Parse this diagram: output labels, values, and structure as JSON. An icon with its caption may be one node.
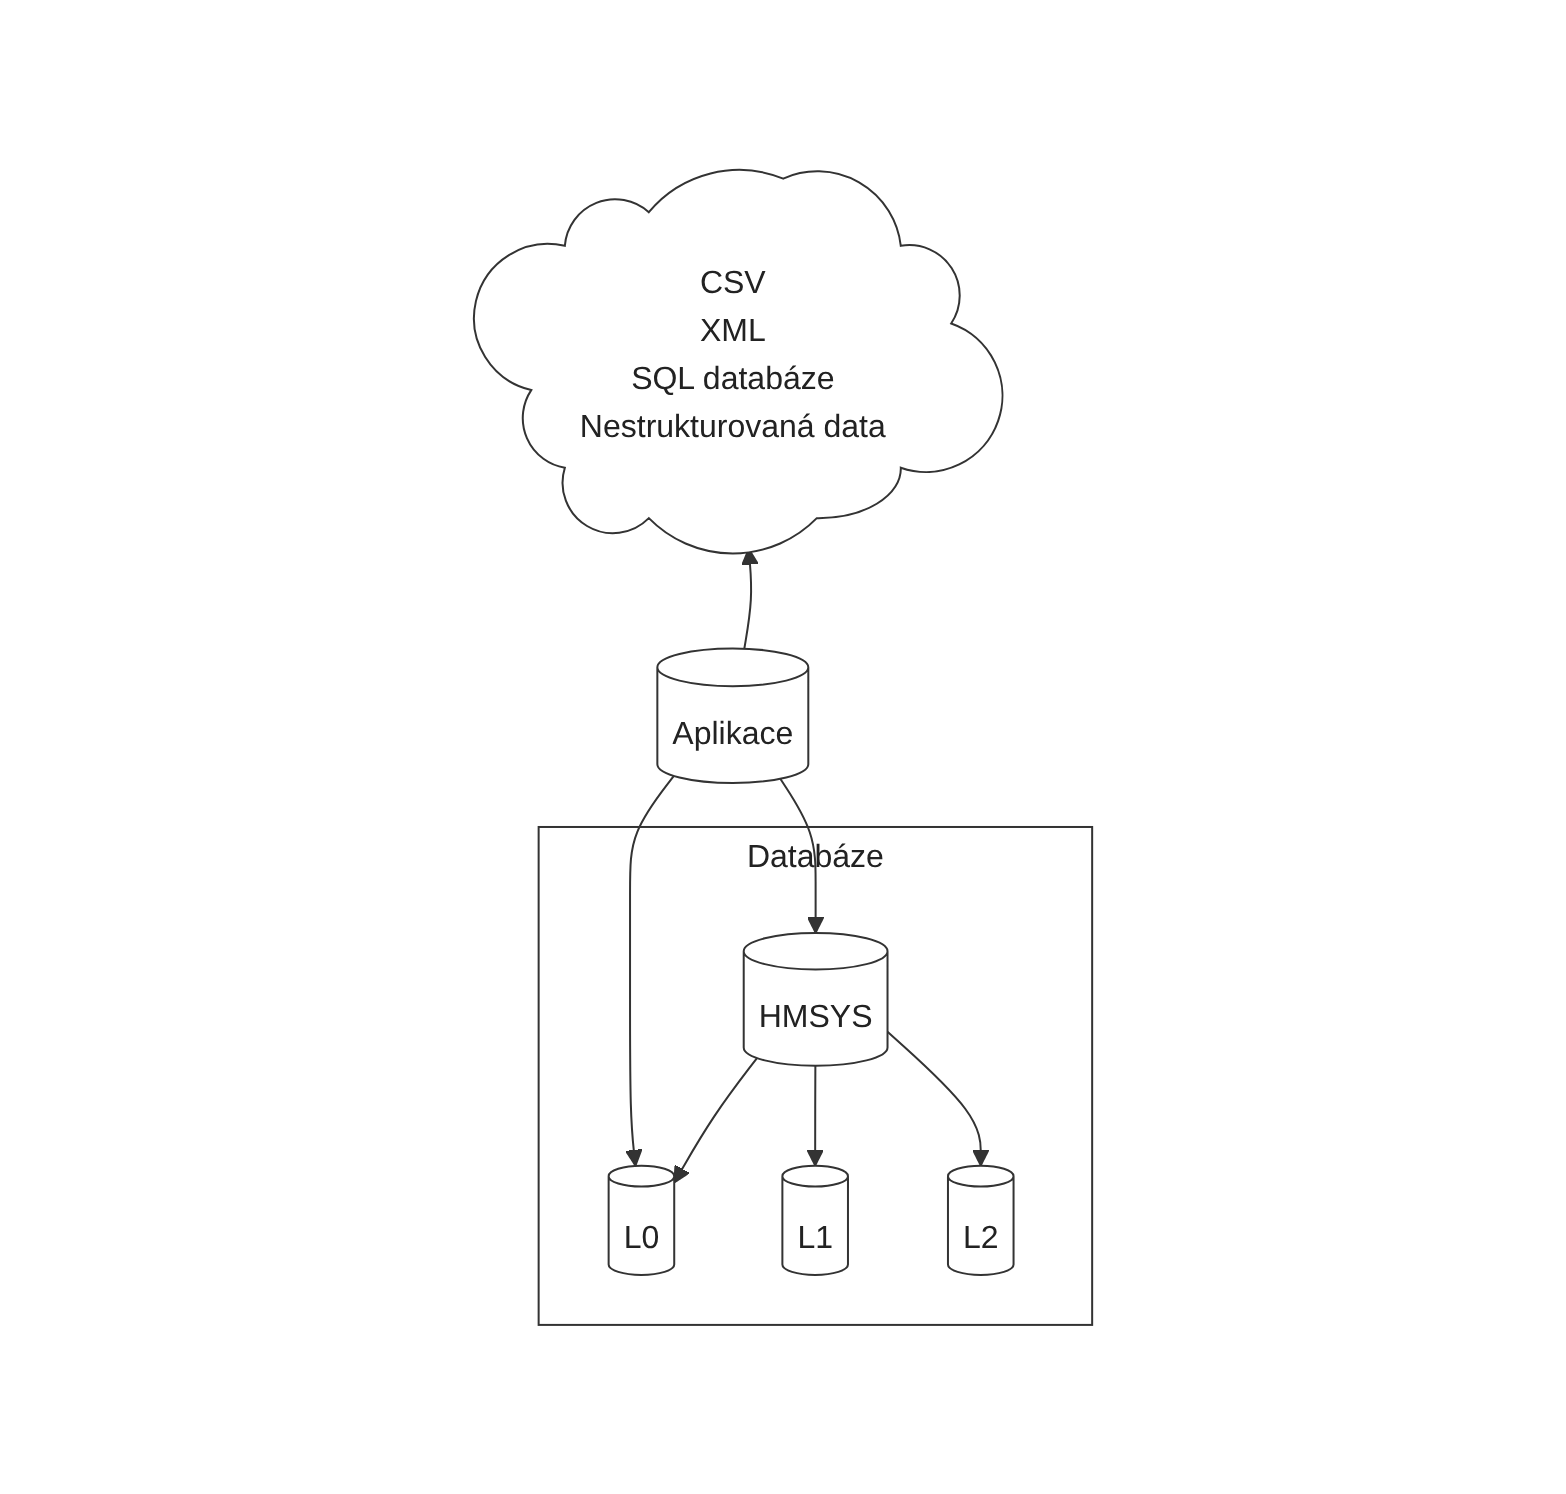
{
  "diagram": {
    "nodes": [
      {
        "text": [
          "CSV",
          "XML",
          "SQL databáze",
          "Nestrukturovaná data"
        ]
      },
      {
        "text": [
          "Aplikace"
        ]
      },
      {
        "text": [
          "Databáze"
        ]
      },
      {
        "text": [
          "L0"
        ],
        "in": 2
      },
      {
        "text": [
          "L1"
        ],
        "in": 2
      },
      {
        "text": [
          "L2"
        ],
        "in": 2
      },
      {
        "text": [
          "HMSYS"
        ],
        "in": 2
      }
    ],
    "edges": [
      {
        "from": 1,
        "to": 0,
        "arrow": "to"
      },
      {
        "from": 1,
        "to": 3,
        "arrow": "to"
      },
      {
        "from": 1,
        "to": 6,
        "arrow": "to"
      },
      {
        "from": 6,
        "to": 5,
        "arrow": "to"
      },
      {
        "from": 6,
        "to": 4,
        "arrow": "to"
      },
      {
        "from": 6,
        "to": 3,
        "arrow": "to"
      }
    ]
  }
}
